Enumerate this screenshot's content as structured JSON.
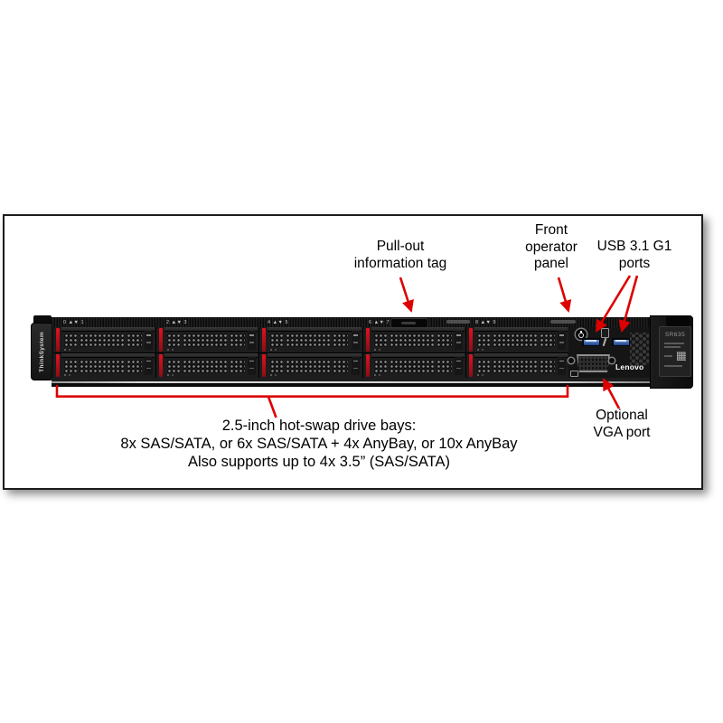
{
  "figure": {
    "type": "annotated-hardware-diagram",
    "background": "#ffffff",
    "border_color": "#1c1c1c"
  },
  "server": {
    "brand": "ThinkSystem",
    "model": "SR635",
    "logo": "Lenovo",
    "bay_labels": [
      "0 ▲▼ 1",
      "2 ▲▼ 3",
      "4 ▲▼ 5",
      "6 ▲▼ 7",
      "8 ▲▼ 9"
    ],
    "drive_bay_rows": 2,
    "drive_bay_columns": 5,
    "colors": {
      "latch_red": "#c41420",
      "usb_blue": "#3a6cc4",
      "chassis_black": "#101010"
    }
  },
  "annotations": {
    "arrow_color": "#dd0000",
    "pull_out_tag": {
      "line1": "Pull-out",
      "line2": "information tag"
    },
    "front_operator_panel": {
      "line1": "Front",
      "line2": "operator",
      "line3": "panel"
    },
    "usb_ports": {
      "line1": "USB 3.1 G1",
      "line2": "ports"
    },
    "vga_port": {
      "line1": "Optional",
      "line2": "VGA port"
    },
    "drive_bays": {
      "line1": "2.5-inch hot-swap drive bays:",
      "line2": "8x SAS/SATA, or 6x SAS/SATA + 4x AnyBay, or 10x AnyBay",
      "line3": "Also supports up to 4x 3.5” (SAS/SATA)"
    }
  }
}
